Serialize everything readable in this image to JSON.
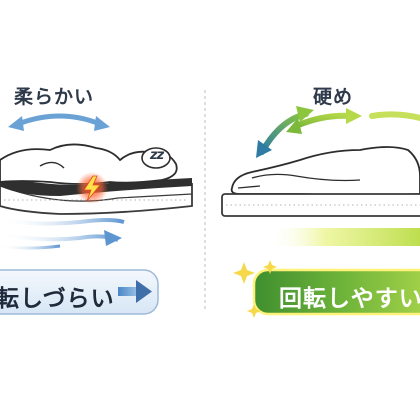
{
  "soft": {
    "title": "柔らかい",
    "pill_label": "転しづらい",
    "accent": "#6aa2d6",
    "sleeper_sound": "zz"
  },
  "firm": {
    "title": "硬め",
    "pill_label": "回転しやすい",
    "accent": "#8cc63e",
    "highlight": "#fff27a"
  },
  "icons": {
    "soft_pain": "lightning-pain-icon",
    "soft_pill_arrow": "arrow-right-icon",
    "firm_sparkle": "sparkle-icon"
  }
}
